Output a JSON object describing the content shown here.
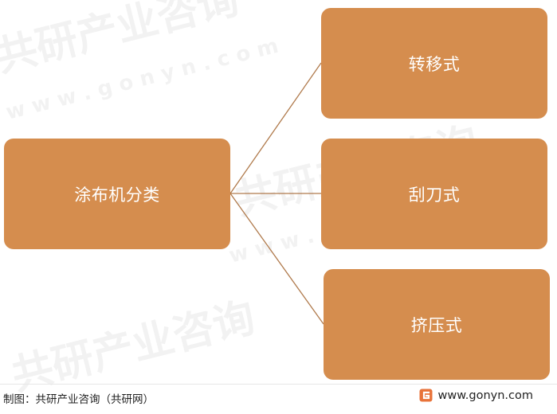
{
  "diagram": {
    "root": {
      "label": "涂布机分类"
    },
    "children": [
      {
        "label": "转移式"
      },
      {
        "label": "刮刀式"
      },
      {
        "label": "挤压式"
      }
    ]
  },
  "watermark": {
    "brand_text": "共研产业咨询",
    "url_text": "w w w . g o n y n . c o m"
  },
  "footer": {
    "source_text": "制图：共研产业咨询（共研网）",
    "site_url": "www.gonyn.com"
  },
  "colors": {
    "node_fill": "#D58D4E",
    "connector": "#B07A4C",
    "logo_orange": "#E8733A"
  }
}
